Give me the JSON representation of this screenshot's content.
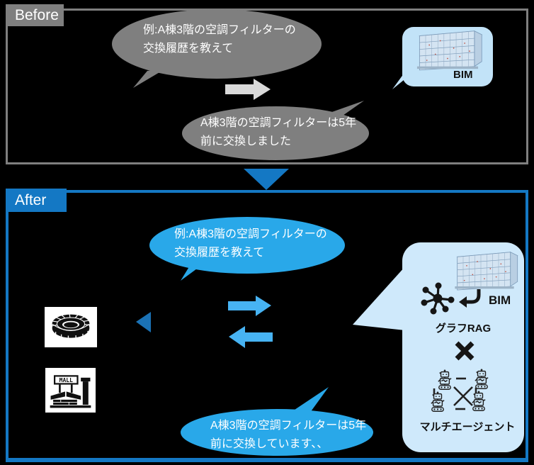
{
  "colors": {
    "background": "#000000",
    "gray": "#7f7f7f",
    "blue_accent": "#1478c4",
    "bright_blue_bubble": "#29a8e9",
    "light_blue_arrow": "#47b3f3",
    "dark_blue_arrowhead": "#1b72b5",
    "pale_blue_bim_bubble": "#c2e3f8",
    "pale_blue_right_bubble": "#cfe9fb",
    "gray_arrow": "#d9d9d9",
    "icon_black": "#111111"
  },
  "before": {
    "label": "Before",
    "question": {
      "line1": "例:A棟3階の空調フィルターの",
      "line2": "交換履歴を教えて"
    },
    "answer": {
      "line1": "A棟3階の空調フィルターは5年",
      "line2": "前に交換しました"
    },
    "bim_label": "BIM"
  },
  "after": {
    "label": "After",
    "question": {
      "line1": "例:A棟3階の空調フィルターの",
      "line2": "交換履歴を教えて"
    },
    "answer": {
      "line1": "A棟3階の空調フィルターは5年",
      "line2": "前に交換しています、、"
    },
    "bim_label": "BIM",
    "graph_rag_label": "グラフRAG",
    "multi_agent_label": "マルチエージェント",
    "mall_sign": "MALL",
    "icons": [
      "stadium-icon",
      "mall-icon",
      "bim-building-icon",
      "graph-network-icon",
      "curved-arrow-icon",
      "multiply-icon",
      "robot-icon"
    ]
  }
}
